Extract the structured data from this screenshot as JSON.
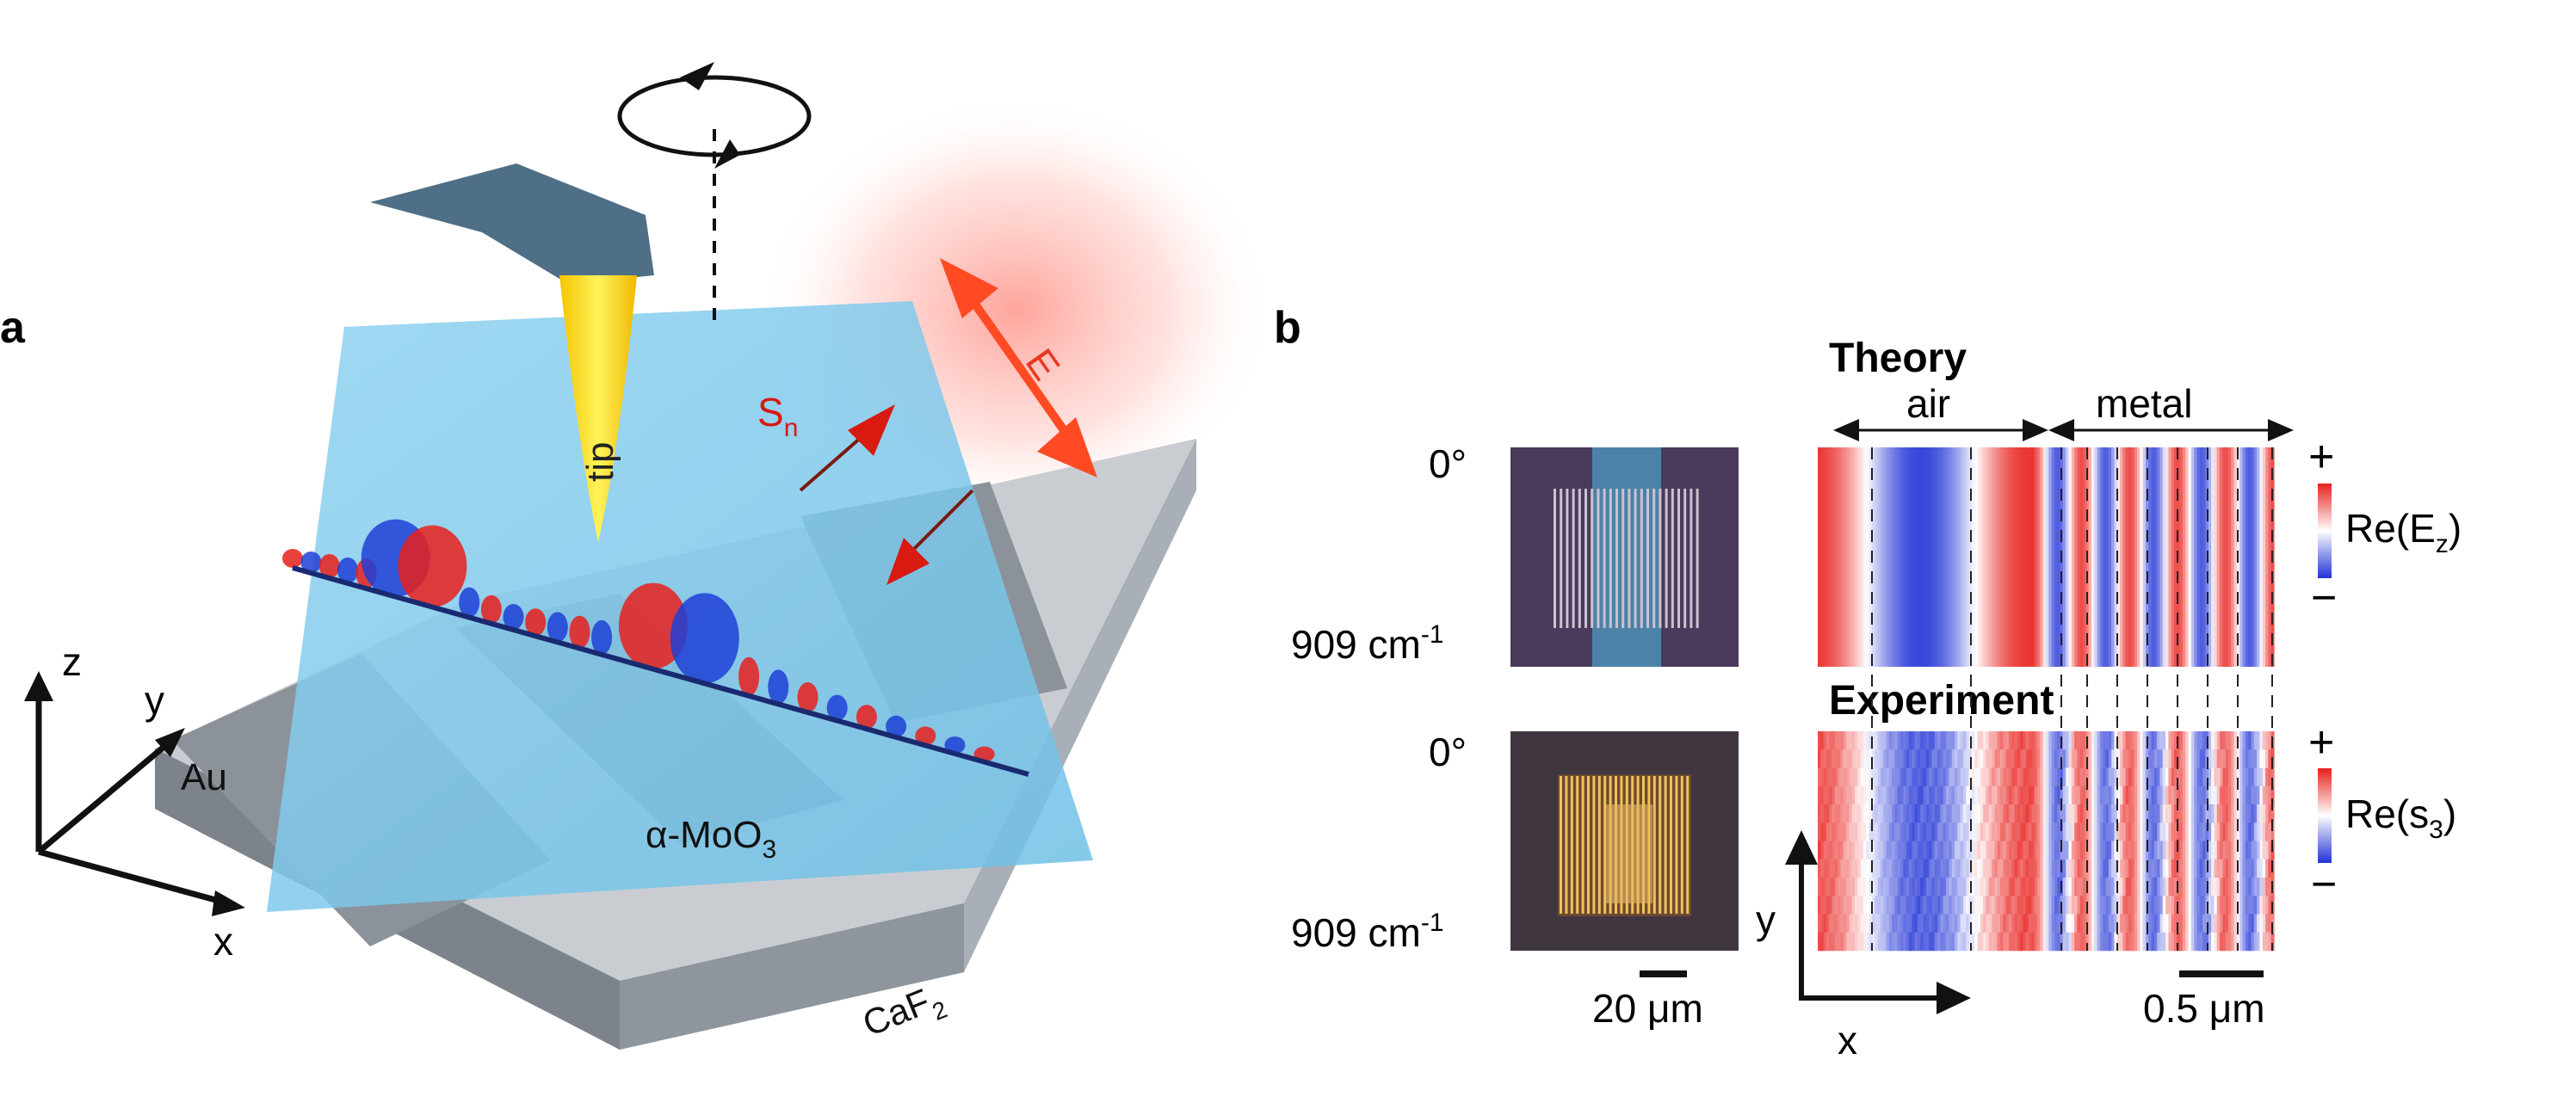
{
  "panel_a": {
    "letter": "a",
    "tip_label": "tip",
    "poynting_label": "S",
    "poynting_sub": "n",
    "efield_label": "E",
    "au_label": "Au",
    "substrate_label_main": "CaF",
    "substrate_label_sub": "2",
    "film_label": "α-MoO",
    "film_sub": "3",
    "axes": {
      "z": "z",
      "y": "y",
      "x": "x"
    },
    "colors": {
      "film": "#7ec9ea",
      "tip": "#ffd400",
      "cantilever": "#4f6f86",
      "laser": "#ff3b1f",
      "field_pos": "#e8201c",
      "field_neg": "#1f3fd6",
      "metal": "#9aa3ad"
    }
  },
  "panel_b": {
    "letter": "b",
    "theory_title": "Theory",
    "experiment_title": "Experiment",
    "air_label": "air",
    "metal_label": "metal",
    "row_top_angle": "0°",
    "row_top_freq": "909 cm",
    "row_top_freq_sup": "-1",
    "row_bottom_angle": "0°",
    "row_bottom_freq": "909 cm",
    "row_bottom_freq_sup": "-1",
    "scale_left": "20 μm",
    "scale_right": "0.5 μm",
    "axis_x": "x",
    "axis_y": "y",
    "cbar_top": {
      "plus": "+",
      "minus": "−",
      "label": "Re(E",
      "label_sub": "z",
      "label_end": ")"
    },
    "cbar_bottom": {
      "plus": "+",
      "minus": "−",
      "label": "Re(s",
      "label_sub": "3",
      "label_end": ")"
    },
    "colors": {
      "pos": "#e8201c",
      "neg": "#2233d6",
      "zero": "#ffffff",
      "thumb_bg": "#4a3a5c",
      "thumb_band": "#4c82a8",
      "grating_exp": "#f2c15a"
    }
  }
}
